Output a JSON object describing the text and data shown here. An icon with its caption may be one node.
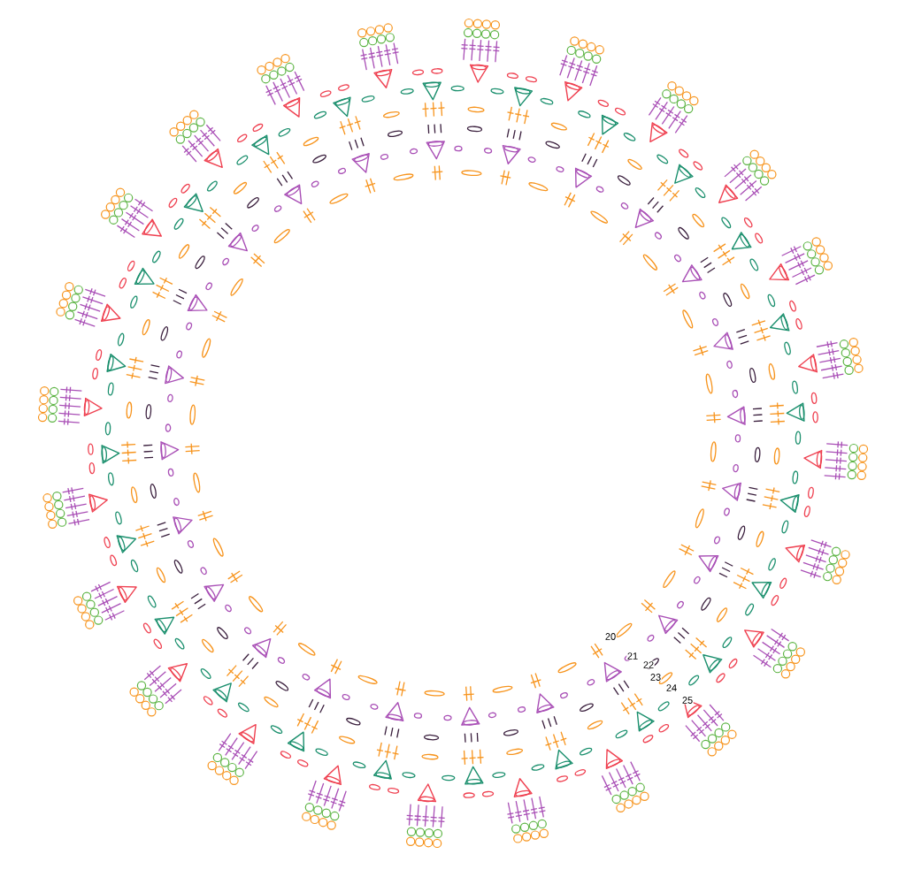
{
  "diagram": {
    "labels": [
      "20",
      "21",
      "22",
      "23",
      "24",
      "25"
    ]
  }
}
